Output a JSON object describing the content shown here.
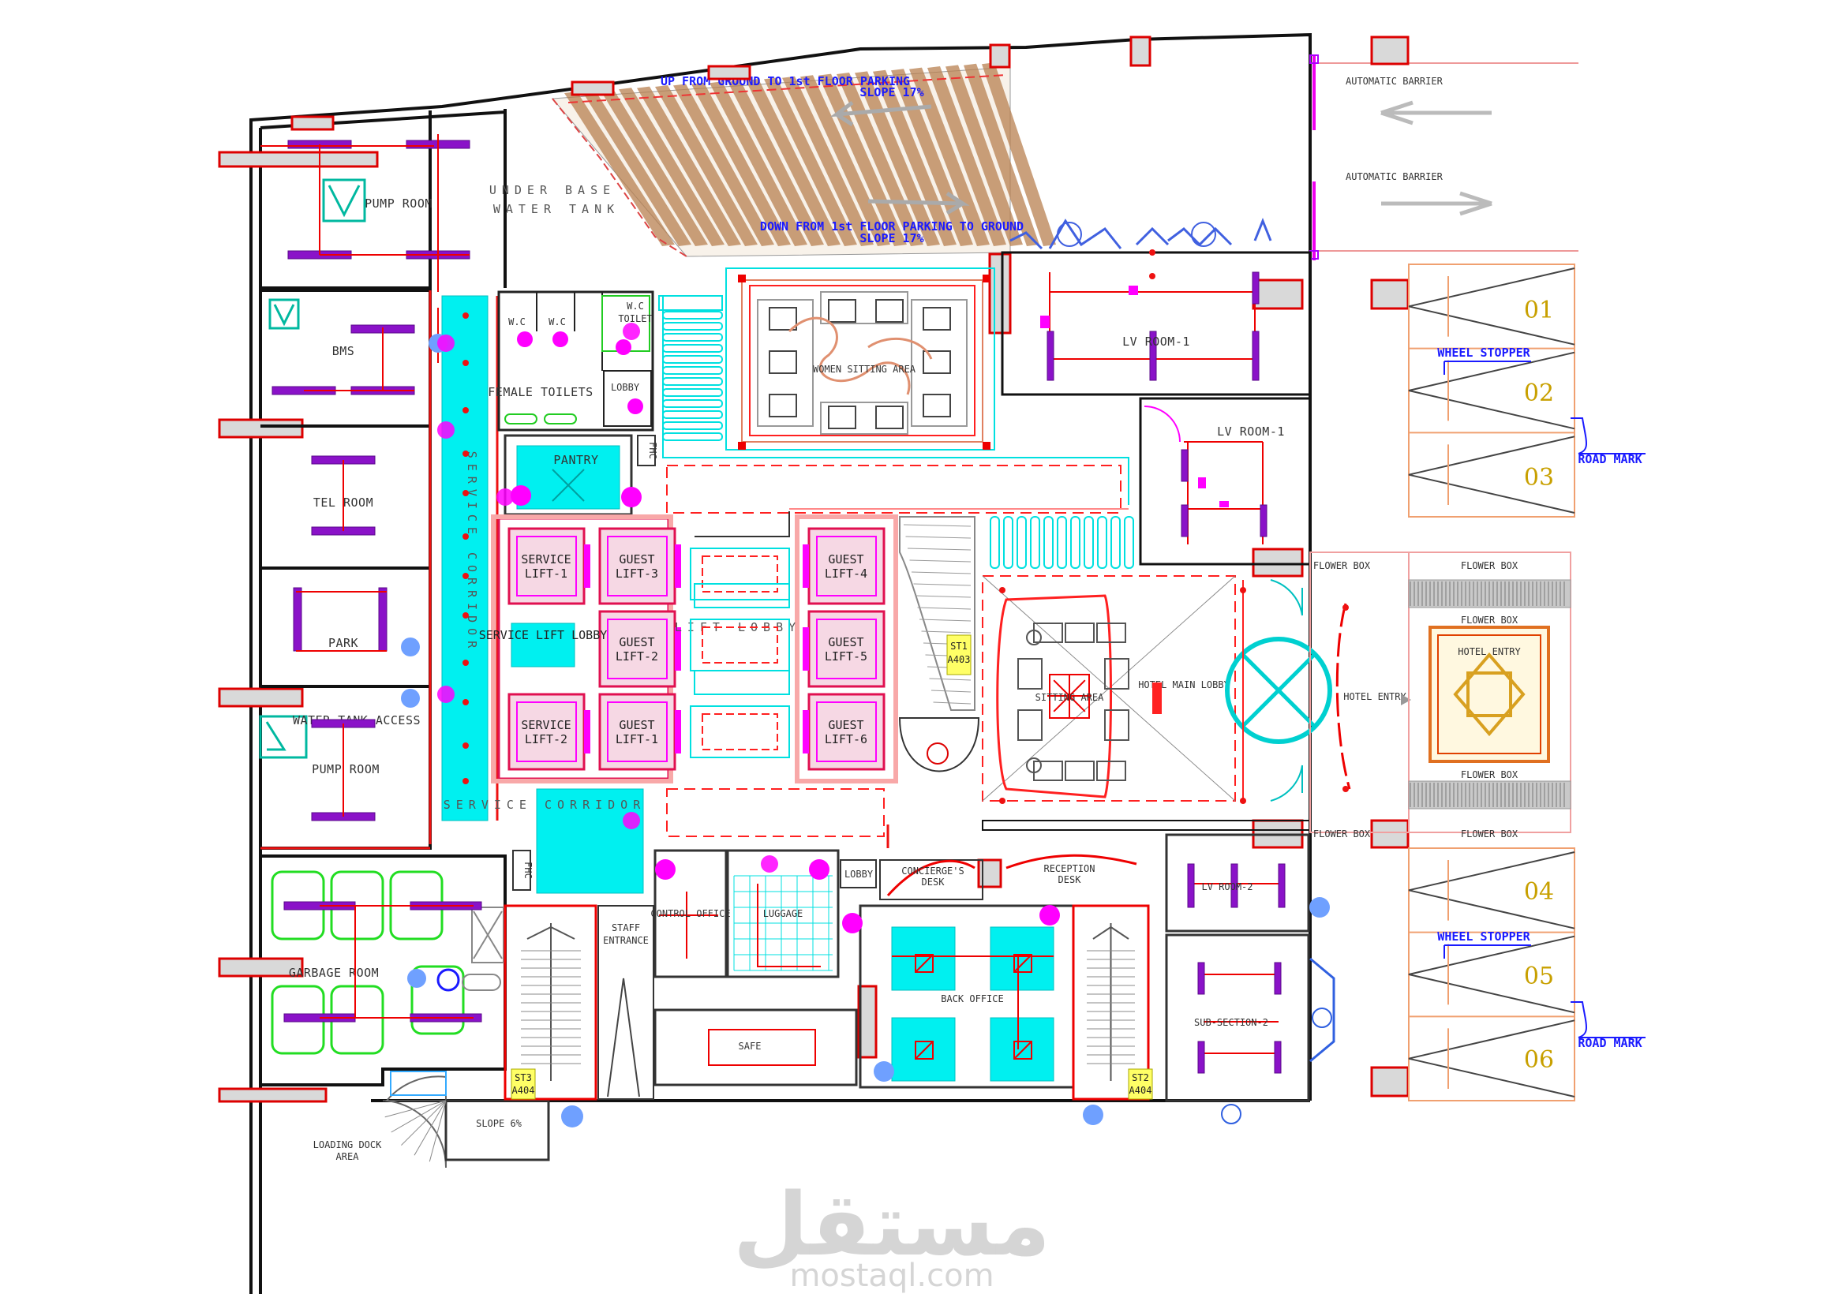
{
  "labels": {
    "ramp_up": "UP FROM GROUND TO 1st FLOOR PARKING",
    "ramp_up_slope": "SLOPE 17%",
    "ramp_down": "DOWN FROM 1st FLOOR PARKING TO GROUND",
    "ramp_down_slope": "SLOPE 17%",
    "automatic_barrier_1": "AUTOMATIC BARRIER",
    "automatic_barrier_2": "AUTOMATIC BARRIER",
    "under_base": "UNDER BASE",
    "water_tank": "WATER TANK",
    "pump_room": "PUMP ROOM",
    "bms": "BMS",
    "tel_room": "TEL ROOM",
    "park": "PARK",
    "water_tank_access": "WATER TANK ACCESS",
    "pump_room_2": "PUMP ROOM",
    "garbage_room": "GARBAGE ROOM",
    "loading_dock": "LOADING DOCK",
    "loading_dock_area": "AREA",
    "slope": "SLOPE 6%",
    "service_corridor_v": "SERVICE CORRIDOR",
    "service_corridor_h": "SERVICE CORRIDOR",
    "wc_1": "W.C",
    "wc_2": "W.C",
    "wc_3": "W.C",
    "toilet": "TOILET",
    "female_toilets": "FEMALE TOILETS",
    "lobby_1": "LOBBY",
    "lobby_2": "LOBBY",
    "pantry": "PANTRY",
    "fhc_1": "FHC",
    "fhc_2": "FHC",
    "women_sitting_area": "WOMEN SITTING AREA",
    "lv_room_1": "LV ROOM-1",
    "lv_room_1b": "LV ROOM-1",
    "lv_room_2": "LV ROOM-2",
    "service_lift_1": "SERVICE LIFT-1",
    "service_lift_2": "SERVICE LIFT-2",
    "service_lift_lobby": "SERVICE LIFT LOBBY",
    "guest_lift_1": "GUEST LIFT-1",
    "guest_lift_2": "GUEST LIFT-2",
    "guest_lift_3": "GUEST LIFT-3",
    "guest_lift_4": "GUEST LIFT-4",
    "guest_lift_5": "GUEST LIFT-5",
    "guest_lift_6": "GUEST LIFT-6",
    "lift_lobby": "LIFT LOBBY",
    "st1": "ST1",
    "st1_ref": "A403",
    "st2": "ST2",
    "st2_ref": "A404",
    "st3": "ST3",
    "st3_ref": "A404",
    "sitting_area": "SITTING AREA",
    "hotel_main_lobby": "HOTEL MAIN LOBBY",
    "hotel_entry": "HOTEL ENTRY",
    "hotel_entry_canopy": "HOTEL ENTRY",
    "flower_box_1": "FLOWER BOX",
    "flower_box_2": "FLOWER BOX",
    "flower_box_3": "FLOWER BOX",
    "flower_box_4": "FLOWER BOX",
    "flower_box_5": "FLOWER BOX",
    "flower_box_6": "FLOWER BOX",
    "staff_entrance_1": "STAFF",
    "staff_entrance_2": "ENTRANCE",
    "control_office": "CONTROL OFFICE",
    "luggage": "LUGGAGE",
    "concierge_desk_1": "CONCIERGE'S",
    "concierge_desk_2": "DESK",
    "reception_desk_1": "RECEPTION",
    "reception_desk_2": "DESK",
    "back_office": "BACK OFFICE",
    "safe": "SAFE",
    "sub_section_2": "SUB-SECTION-2",
    "wheel_stopper_1": "WHEEL STOPPER",
    "wheel_stopper_2": "WHEEL STOPPER",
    "road_mark_1": "ROAD MARK",
    "road_mark_2": "ROAD MARK",
    "bay_01": "01",
    "bay_02": "02",
    "bay_03": "03",
    "bay_04": "04",
    "bay_05": "05",
    "bay_06": "06"
  },
  "watermark": {
    "arabic": "مستقل",
    "latin": "mostaql.com"
  },
  "colors": {
    "wall": "#111111",
    "red_column": "#dd0000",
    "duct": "#8a12c8",
    "corridor": "#00f0f0",
    "lift": "#e01050",
    "parking_grid": "#f0a070",
    "bay_number": "#c8a000",
    "label_blue": "#1a1aff",
    "ramp_shading": "#b07840"
  }
}
